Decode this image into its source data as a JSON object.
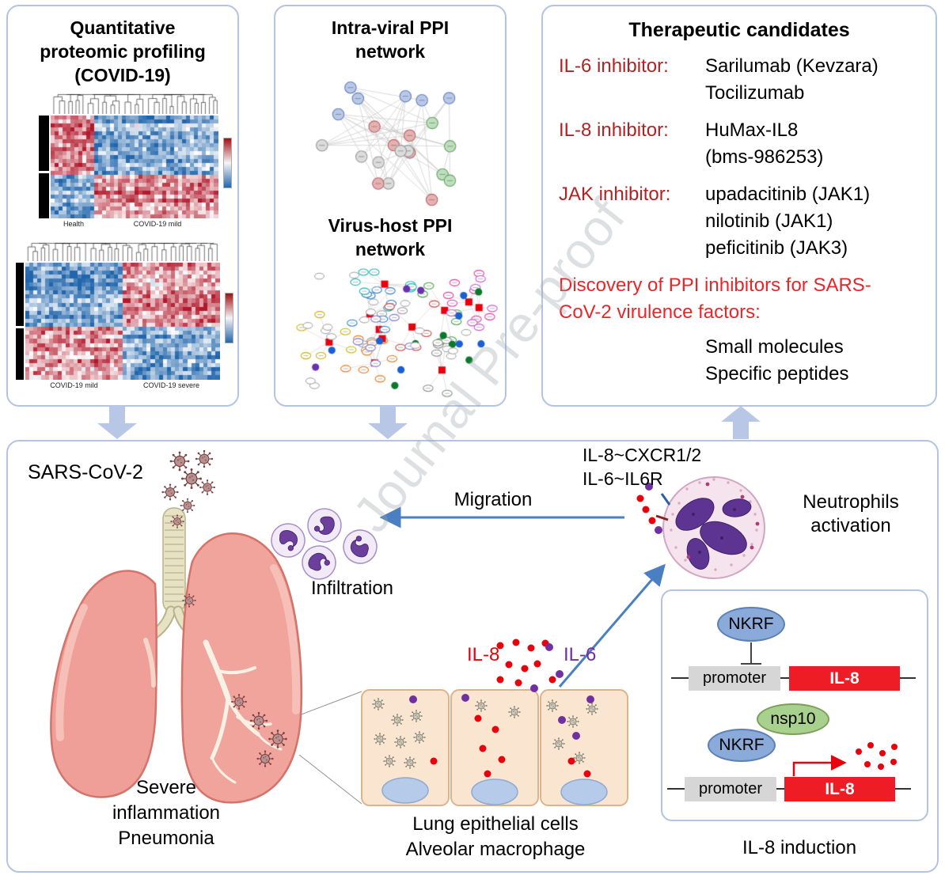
{
  "watermark": {
    "text": "Journal Pre-proof"
  },
  "colors": {
    "panel_border": "#b5c3e3",
    "flow_arrow": "#b9c7e7",
    "inhibitor_label_red": "#b22222",
    "discovery_red": "#e8262a",
    "il8_red": "#e8000d",
    "il6_purple": "#7030a0",
    "arrow_blue": "#4a7fc1",
    "nkrf_blue": "#8aaad9",
    "nsp10_green": "#a9d18e",
    "gene_box_red": "#ee1c25",
    "promoter_gray": "#d6d6d6"
  },
  "proteomics": {
    "title_lines": [
      "Quantitative",
      "proteomic profiling",
      "(COVID-19)"
    ],
    "heatmap1": {
      "left_label": "Health",
      "right_label": "COVID-19 mild"
    },
    "heatmap2": {
      "left_label": "COVID-19 mild",
      "right_label": "COVID-19 severe"
    }
  },
  "ppi": {
    "intra_title_lines": [
      "Intra-viral PPI",
      "network"
    ],
    "host_title_lines": [
      "Virus-host PPI",
      "network"
    ]
  },
  "therapeutics": {
    "title": "Therapeutic candidates",
    "groups": [
      {
        "label": "IL-6 inhibitor:",
        "drugs": [
          "Sarilumab (Kevzara)",
          "Tocilizumab"
        ]
      },
      {
        "label": "IL-8 inhibitor:",
        "drugs": [
          "HuMax-IL8",
          "(bms-986253)"
        ]
      },
      {
        "label": "JAK inhibitor:",
        "drugs": [
          "upadacitinib (JAK1)",
          "nilotinib (JAK1)",
          "peficitinib (JAK3)"
        ]
      }
    ],
    "discovery_lines": [
      "Discovery of PPI inhibitors for SARS-",
      "CoV-2 virulence factors:"
    ],
    "discovery_items": [
      "Small molecules",
      "Specific peptides"
    ]
  },
  "mechanism": {
    "sars_label": "SARS-CoV-2",
    "severe_lines": [
      "Severe",
      "inflammation",
      "Pneumonia"
    ],
    "infiltration_label": "Infiltration",
    "migration_label": "Migration",
    "receptor_lines": [
      "IL-8~CXCR1/2",
      "IL-6~IL6R"
    ],
    "neutrophil_lines": [
      "Neutrophils",
      "activation"
    ],
    "il8_label": "IL-8",
    "il6_label": "IL-6",
    "epithelial_lines": [
      "Lung epithelial cells",
      "Alveolar macrophage"
    ],
    "gene_diagram": {
      "nkrf": "NKRF",
      "nsp10": "nsp10",
      "promoter": "promoter",
      "il8_gene": "IL-8",
      "caption": "IL-8 induction"
    }
  }
}
